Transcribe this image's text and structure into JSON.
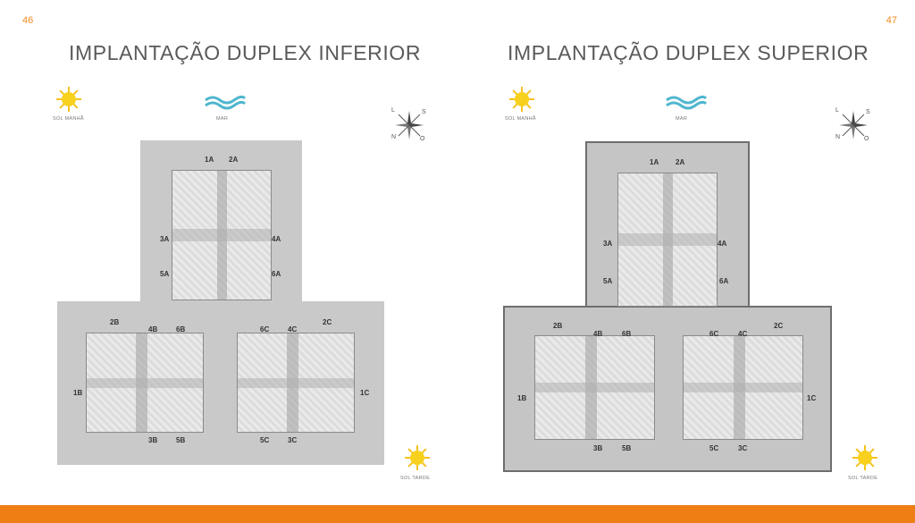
{
  "left_page": {
    "page_number": "46",
    "title": "IMPLANTAÇÃO DUPLEX INFERIOR",
    "sun_morning_label": "SOL MANHÃ",
    "sea_label": "MAR",
    "sun_afternoon_label": "SOL TARDE",
    "compass": {
      "n": "N",
      "s": "S",
      "l": "L",
      "o": "O"
    },
    "units": [
      "1A",
      "2A",
      "3A",
      "4A",
      "5A",
      "6A",
      "2B",
      "4B",
      "6B",
      "1B",
      "3B",
      "5B",
      "6C",
      "4C",
      "2C",
      "1C",
      "5C",
      "3C"
    ]
  },
  "right_page": {
    "page_number": "47",
    "title": "IMPLANTAÇÃO DUPLEX SUPERIOR",
    "sun_morning_label": "SOL MANHÃ",
    "sea_label": "MAR",
    "sun_afternoon_label": "SOL TARDE",
    "compass": {
      "n": "N",
      "s": "S",
      "l": "L",
      "o": "O"
    },
    "units": [
      "1A",
      "2A",
      "3A",
      "4A",
      "5A",
      "6A",
      "2B",
      "4B",
      "6B",
      "1B",
      "3B",
      "5B",
      "6C",
      "4C",
      "2C",
      "1C",
      "5C",
      "3C"
    ]
  },
  "icons": {
    "sun": "sun-icon",
    "sea": "sea-waves-icon",
    "compass": "compass-rose-icon"
  },
  "colors": {
    "accent": "#ef7e15",
    "sun": "#f7d11e",
    "sea": "#4fb6cf"
  }
}
